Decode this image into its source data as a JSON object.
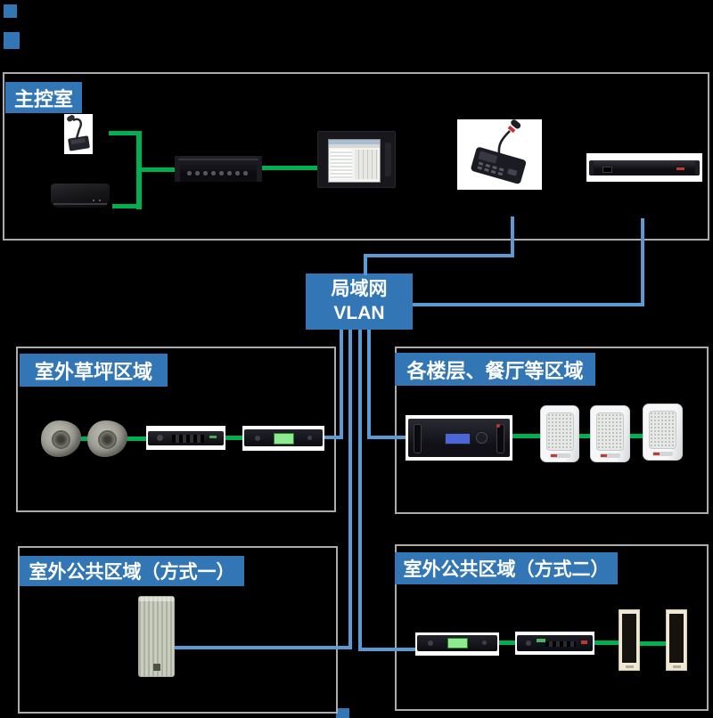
{
  "colors": {
    "background": "#000000",
    "accent_blue": "#3276b5",
    "connector_blue": "#5b9bd5",
    "connector_green": "#00b050",
    "box_border": "#acacac"
  },
  "zones": {
    "control_room": {
      "label": "主控室"
    },
    "lan": {
      "label_line1": "局域网",
      "label_line2": "VLAN"
    },
    "lawn": {
      "label": "室外草坪区域"
    },
    "floors": {
      "label": "各楼层、餐厅等区域"
    },
    "outdoor_public_1": {
      "label": "室外公共区域（方式一）"
    },
    "outdoor_public_2": {
      "label": "室外公共区域（方式二）"
    }
  }
}
